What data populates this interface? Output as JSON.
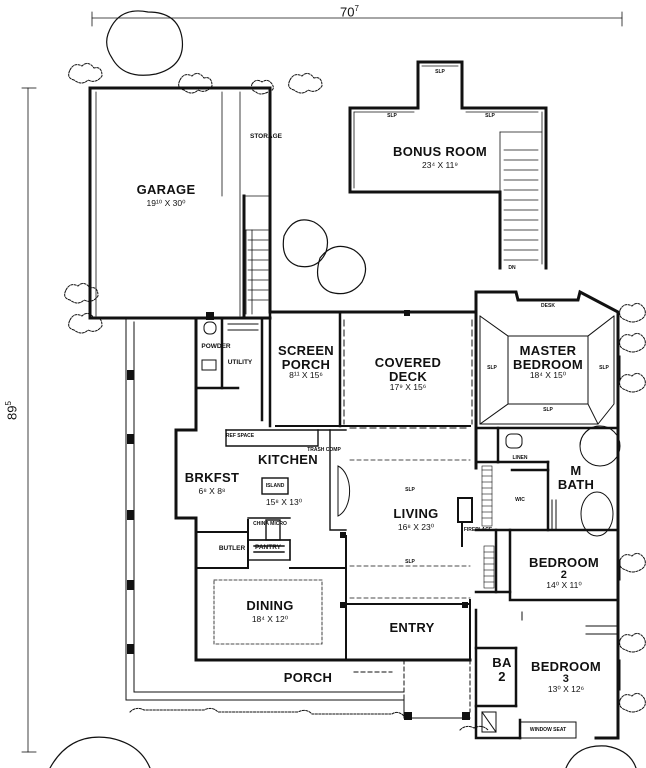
{
  "overall": {
    "width": "70",
    "width_sup": "7",
    "depth": "89",
    "depth_sup": "5"
  },
  "rooms": {
    "garage": {
      "name": "GARAGE",
      "dim": "19¹⁰ X 30⁰"
    },
    "bonus": {
      "name": "BONUS ROOM",
      "dim": "23⁴ X 11⁹"
    },
    "screen_porch": {
      "name1": "SCREEN",
      "name2": "PORCH",
      "dim": "8¹¹ X 15⁶"
    },
    "covered_deck": {
      "name1": "COVERED",
      "name2": "DECK",
      "dim": "17⁹ X 15⁶"
    },
    "master_bedroom": {
      "name1": "MASTER",
      "name2": "BEDROOM",
      "dim": "18⁴ X 15⁰"
    },
    "kitchen": {
      "name": "KITCHEN",
      "dim": "15⁸ X 13⁰"
    },
    "brkfst": {
      "name": "BRKFST",
      "dim": "6⁸ X 8⁸"
    },
    "living": {
      "name": "LIVING",
      "dim": "16⁸ X 23⁰"
    },
    "m_bath": {
      "name1": "M",
      "name2": "BATH"
    },
    "bedroom2": {
      "name1": "BEDROOM",
      "name2": "2",
      "dim": "14⁰ X 11⁰"
    },
    "dining": {
      "name": "DINING",
      "dim": "18⁴ X 12⁰"
    },
    "entry": {
      "name": "ENTRY"
    },
    "bedroom3": {
      "name1": "BEDROOM",
      "name2": "3",
      "dim": "13⁰ X 12⁶"
    },
    "ba2": {
      "name1": "BA",
      "name2": "2"
    },
    "porch": {
      "name": "PORCH"
    }
  },
  "small_labels": {
    "storage": "STORAGE",
    "powder": "POWDER",
    "utility": "UTILITY",
    "butler": "BUTLER",
    "pantry": "PANTRY",
    "island": "ISLAND",
    "linen": "LINEN",
    "wic": "WIC",
    "fireplace": "FIREPLACE",
    "trash_comp": "TRASH COMP",
    "ref_space": "REF SPACE",
    "china_micro": "CHINA MICRO",
    "desk": "DESK",
    "window_seat": "WINDOW SEAT",
    "dn": "DN",
    "sloped": "SLP"
  }
}
